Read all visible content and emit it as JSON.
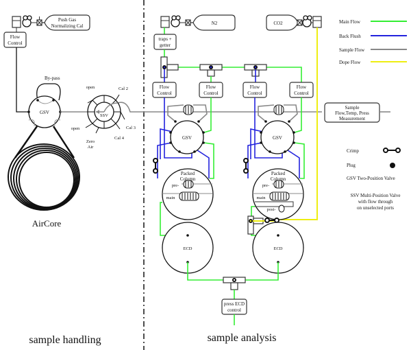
{
  "sections": {
    "left_title": "sample handling",
    "right_title": "sample analysis"
  },
  "cylinders": {
    "push_gas_line1": "Push Gas",
    "push_gas_line2": "Normalizing Cal",
    "n2": "N2",
    "co2": "CO2"
  },
  "boxes": {
    "flow_control_line1": "Flow",
    "flow_control_line2": "Control",
    "traps_line1": "traps +",
    "traps_line2": "getter",
    "sample_meas_line1": "Sample",
    "sample_meas_line2": "Flow,Temp, Press",
    "sample_meas_line3": "Measurement",
    "press_ecd_line1": "press ECD",
    "press_ecd_line2": "control"
  },
  "valves": {
    "gsv": "GSV",
    "ssv": "SSV",
    "bypass": "By-pass",
    "ssv_ports": {
      "open_top": "open",
      "cal2": "Cal 2",
      "cal3": "Cal 3",
      "cal4": "Cal 4",
      "zero_air_line1": "Zero",
      "zero_air_line2": "Air",
      "open_left": "open"
    }
  },
  "aircore": "AirCore",
  "columns": {
    "packed_line1": "Packed",
    "packed_line2": "Column",
    "pre": "pre-",
    "main": "main",
    "post": "post-"
  },
  "detectors": {
    "ecd": "ECD"
  },
  "legend": {
    "items": [
      {
        "label": "Main Flow",
        "color": "#33ee33"
      },
      {
        "label": "Back Flush",
        "color": "#2222dd"
      },
      {
        "label": "Sample Flow",
        "color": "#888888"
      },
      {
        "label": "Dope Flow",
        "color": "#eeee11"
      }
    ],
    "crimp": "Crimp",
    "plug": "Plug",
    "gsv_def": "GSV  Two-Position Valve",
    "ssv_def_line1": "SSV  Multi-Position Valve",
    "ssv_def_line2": "with  flow through",
    "ssv_def_line3": "on unselected ports"
  }
}
